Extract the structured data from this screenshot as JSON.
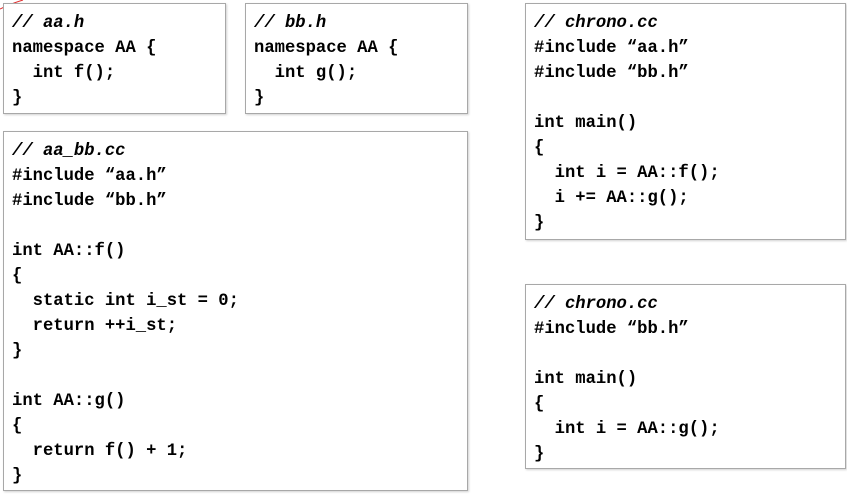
{
  "boxes": [
    {
      "id": "aa_h",
      "lines": [
        "// aa.h",
        "namespace AA {",
        "  int f();",
        "}"
      ]
    },
    {
      "id": "bb_h",
      "lines": [
        "// bb.h",
        "namespace AA {",
        "  int g();",
        "}"
      ]
    },
    {
      "id": "aa_bb_cc",
      "lines": [
        "// aa_bb.cc",
        "#include “aa.h”",
        "#include “bb.h”",
        "",
        "int AA::f()",
        "{",
        "  static int i_st = 0;",
        "  return ++i_st;",
        "}",
        "",
        "int AA::g()",
        "{",
        "  return f() + 1;",
        "}"
      ]
    },
    {
      "id": "chrono_cc_1",
      "lines": [
        "// chrono.cc",
        "#include “aa.h”",
        "#include “bb.h”",
        "",
        "int main()",
        "{",
        "  int i = AA::f();",
        "  i += AA::g();",
        "}"
      ]
    },
    {
      "id": "chrono_cc_2",
      "lines": [
        "// chrono.cc",
        "#include “bb.h”",
        "",
        "int main()",
        "{",
        "  int i = AA::g();",
        "}"
      ]
    }
  ],
  "colors": {
    "text": "#000000",
    "box_border": "#a8a8a8",
    "corner_mark": "#e03030"
  }
}
